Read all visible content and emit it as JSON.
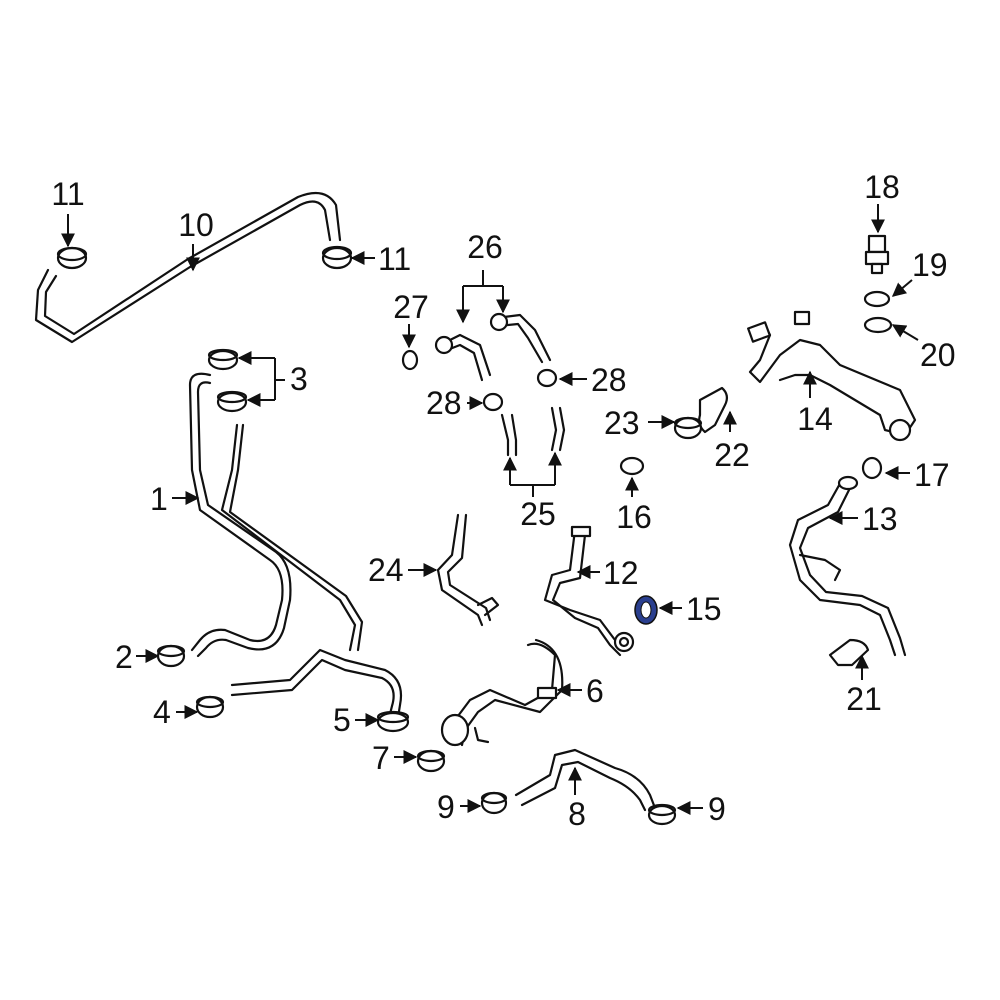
{
  "diagram": {
    "callouts": {
      "c1": "1",
      "c2": "2",
      "c3": "3",
      "c4": "4",
      "c5": "5",
      "c6": "6",
      "c7": "7",
      "c8": "8",
      "c9a": "9",
      "c9b": "9",
      "c10": "10",
      "c11a": "11",
      "c11b": "11",
      "c12": "12",
      "c13": "13",
      "c14": "14",
      "c15": "15",
      "c16": "16",
      "c17": "17",
      "c18": "18",
      "c19": "19",
      "c20": "20",
      "c21": "21",
      "c22": "22",
      "c23": "23",
      "c24": "24",
      "c25": "25",
      "c26": "26",
      "c27": "27",
      "c28a": "28",
      "c28b": "28"
    },
    "highlight_color": "#2a3f8f",
    "highlighted_part": "15"
  }
}
